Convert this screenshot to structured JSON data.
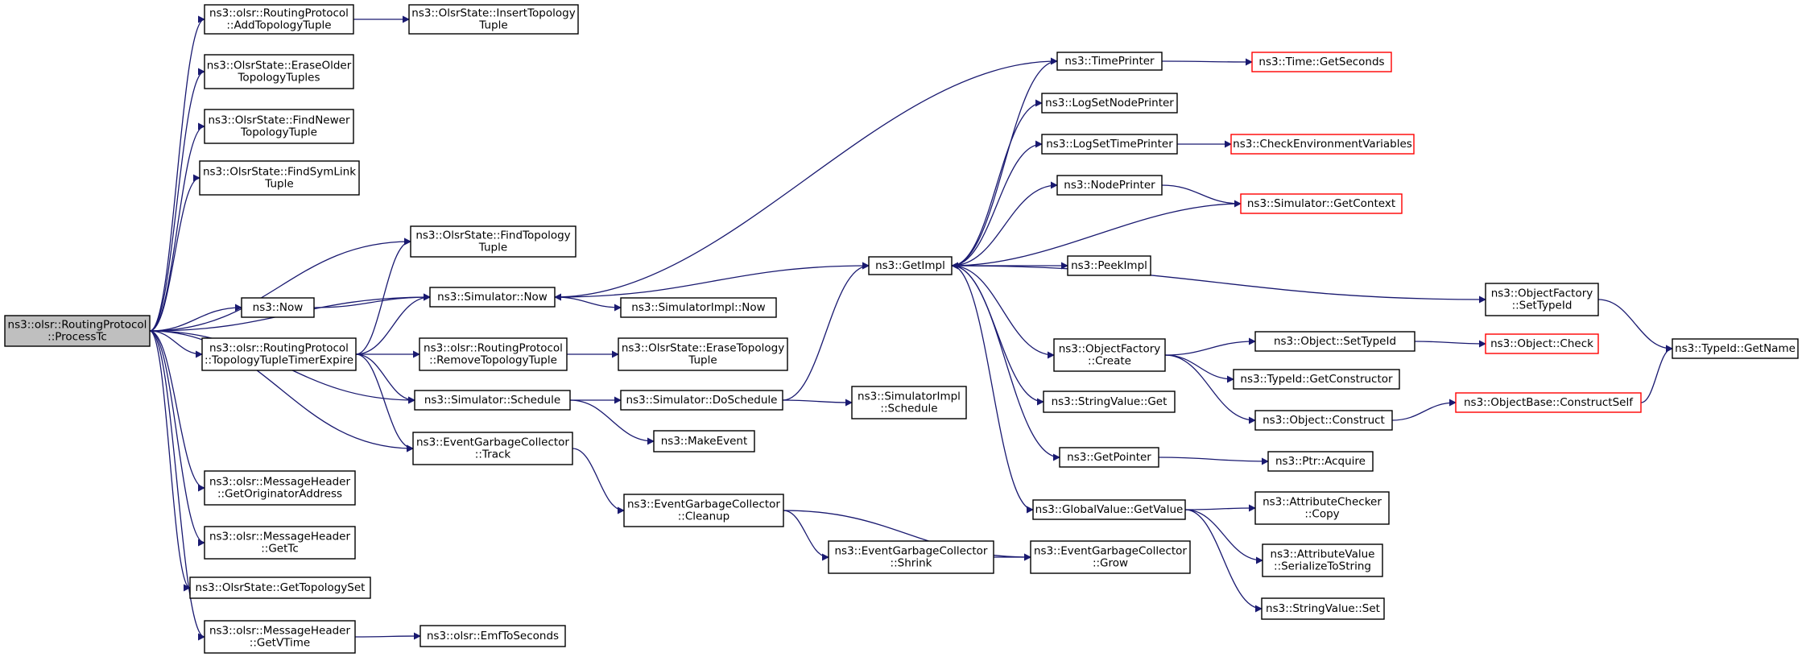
{
  "colors": {
    "edge": "#191970",
    "node_border": "#000000",
    "truncated_border": "#ff0000",
    "root_fill": "#bfbfbf"
  },
  "nodes": [
    {
      "id": "processTc",
      "lines": [
        "ns3::olsr::RoutingProtocol",
        "::ProcessTc"
      ],
      "root": true
    },
    {
      "id": "addTopologyTuple",
      "lines": [
        "ns3::olsr::RoutingProtocol",
        "::AddTopologyTuple"
      ]
    },
    {
      "id": "insertTopologyTuple",
      "lines": [
        "ns3::OlsrState::InsertTopology",
        "Tuple"
      ]
    },
    {
      "id": "eraseOlderTopologyTuples",
      "lines": [
        "ns3::OlsrState::EraseOlder",
        "TopologyTuples"
      ]
    },
    {
      "id": "findNewerTopologyTuple",
      "lines": [
        "ns3::OlsrState::FindNewer",
        "TopologyTuple"
      ]
    },
    {
      "id": "findSymLinkTuple",
      "lines": [
        "ns3::OlsrState::FindSymLink",
        "Tuple"
      ]
    },
    {
      "id": "findTopologyTuple",
      "lines": [
        "ns3::OlsrState::FindTopology",
        "Tuple"
      ]
    },
    {
      "id": "now",
      "lines": [
        "ns3::Now"
      ]
    },
    {
      "id": "simulatorNow",
      "lines": [
        "ns3::Simulator::Now"
      ]
    },
    {
      "id": "topologyTupleTimerExpire",
      "lines": [
        "ns3::olsr::RoutingProtocol",
        "::TopologyTupleTimerExpire"
      ]
    },
    {
      "id": "removeTopologyTuple",
      "lines": [
        "ns3::olsr::RoutingProtocol",
        "::RemoveTopologyTuple"
      ]
    },
    {
      "id": "eraseTopologyTuple",
      "lines": [
        "ns3::OlsrState::EraseTopology",
        "Tuple"
      ]
    },
    {
      "id": "simulatorSchedule",
      "lines": [
        "ns3::Simulator::Schedule"
      ]
    },
    {
      "id": "egcTrack",
      "lines": [
        "ns3::EventGarbageCollector",
        "::Track"
      ]
    },
    {
      "id": "getOriginatorAddress",
      "lines": [
        "ns3::olsr::MessageHeader",
        "::GetOriginatorAddress"
      ]
    },
    {
      "id": "getTc",
      "lines": [
        "ns3::olsr::MessageHeader",
        "::GetTc"
      ]
    },
    {
      "id": "getTopologySet",
      "lines": [
        "ns3::OlsrState::GetTopologySet"
      ]
    },
    {
      "id": "getVTime",
      "lines": [
        "ns3::olsr::MessageHeader",
        "::GetVTime"
      ]
    },
    {
      "id": "emfToSeconds",
      "lines": [
        "ns3::olsr::EmfToSeconds"
      ]
    },
    {
      "id": "simulatorImplNow",
      "lines": [
        "ns3::SimulatorImpl::Now"
      ]
    },
    {
      "id": "doSchedule",
      "lines": [
        "ns3::Simulator::DoSchedule"
      ]
    },
    {
      "id": "makeEvent",
      "lines": [
        "ns3::MakeEvent"
      ]
    },
    {
      "id": "egcCleanup",
      "lines": [
        "ns3::EventGarbageCollector",
        "::Cleanup"
      ]
    },
    {
      "id": "getImpl",
      "lines": [
        "ns3::GetImpl"
      ]
    },
    {
      "id": "simulatorImplSchedule",
      "lines": [
        "ns3::SimulatorImpl",
        "::Schedule"
      ]
    },
    {
      "id": "egcShrink",
      "lines": [
        "ns3::EventGarbageCollector",
        "::Shrink"
      ]
    },
    {
      "id": "egcGrow",
      "lines": [
        "ns3::EventGarbageCollector",
        "::Grow"
      ]
    },
    {
      "id": "timePrinter",
      "lines": [
        "ns3::TimePrinter"
      ]
    },
    {
      "id": "logSetNodePrinter",
      "lines": [
        "ns3::LogSetNodePrinter"
      ]
    },
    {
      "id": "logSetTimePrinter",
      "lines": [
        "ns3::LogSetTimePrinter"
      ]
    },
    {
      "id": "nodePrinter",
      "lines": [
        "ns3::NodePrinter"
      ]
    },
    {
      "id": "peekImpl",
      "lines": [
        "ns3::PeekImpl"
      ]
    },
    {
      "id": "ofCreate",
      "lines": [
        "ns3::ObjectFactory",
        "::Create"
      ]
    },
    {
      "id": "stringValueGet",
      "lines": [
        "ns3::StringValue::Get"
      ]
    },
    {
      "id": "getPointer",
      "lines": [
        "ns3::GetPointer"
      ]
    },
    {
      "id": "globalValueGetValue",
      "lines": [
        "ns3::GlobalValue::GetValue"
      ]
    },
    {
      "id": "timeGetSeconds",
      "lines": [
        "ns3::Time::GetSeconds"
      ],
      "truncated": true
    },
    {
      "id": "checkEnvVars",
      "lines": [
        "ns3::CheckEnvironmentVariables"
      ],
      "truncated": true
    },
    {
      "id": "simGetContext",
      "lines": [
        "ns3::Simulator::GetContext"
      ],
      "truncated": true
    },
    {
      "id": "ofSetTypeId",
      "lines": [
        "ns3::ObjectFactory",
        "::SetTypeId"
      ]
    },
    {
      "id": "objectSetTypeId",
      "lines": [
        "ns3::Object::SetTypeId"
      ]
    },
    {
      "id": "typeIdGetConstructor",
      "lines": [
        "ns3::TypeId::GetConstructor"
      ]
    },
    {
      "id": "objectConstruct",
      "lines": [
        "ns3::Object::Construct"
      ]
    },
    {
      "id": "ptrAcquire",
      "lines": [
        "ns3::Ptr::Acquire"
      ]
    },
    {
      "id": "attrCheckerCopy",
      "lines": [
        "ns3::AttributeChecker",
        "::Copy"
      ]
    },
    {
      "id": "attrValueSerialize",
      "lines": [
        "ns3::AttributeValue",
        "::SerializeToString"
      ]
    },
    {
      "id": "stringValueSet",
      "lines": [
        "ns3::StringValue::Set"
      ]
    },
    {
      "id": "objectCheck",
      "lines": [
        "ns3::Object::Check"
      ],
      "truncated": true
    },
    {
      "id": "constructSelf",
      "lines": [
        "ns3::ObjectBase::ConstructSelf"
      ],
      "truncated": true
    },
    {
      "id": "typeIdGetName",
      "lines": [
        "ns3::TypeId::GetName"
      ]
    }
  ],
  "edges": [
    [
      "processTc",
      "addTopologyTuple"
    ],
    [
      "processTc",
      "eraseOlderTopologyTuples"
    ],
    [
      "processTc",
      "findNewerTopologyTuple"
    ],
    [
      "processTc",
      "findSymLinkTuple"
    ],
    [
      "processTc",
      "findTopologyTuple"
    ],
    [
      "processTc",
      "now"
    ],
    [
      "processTc",
      "simulatorNow"
    ],
    [
      "processTc",
      "topologyTupleTimerExpire"
    ],
    [
      "processTc",
      "simulatorSchedule"
    ],
    [
      "processTc",
      "egcTrack"
    ],
    [
      "processTc",
      "getOriginatorAddress"
    ],
    [
      "processTc",
      "getTc"
    ],
    [
      "processTc",
      "getTopologySet"
    ],
    [
      "processTc",
      "getVTime"
    ],
    [
      "addTopologyTuple",
      "insertTopologyTuple"
    ],
    [
      "now",
      "simulatorNow"
    ],
    [
      "getVTime",
      "emfToSeconds"
    ],
    [
      "topologyTupleTimerExpire",
      "findTopologyTuple"
    ],
    [
      "topologyTupleTimerExpire",
      "simulatorNow"
    ],
    [
      "topologyTupleTimerExpire",
      "removeTopologyTuple"
    ],
    [
      "topologyTupleTimerExpire",
      "simulatorSchedule"
    ],
    [
      "topologyTupleTimerExpire",
      "egcTrack"
    ],
    [
      "removeTopologyTuple",
      "eraseTopologyTuple"
    ],
    [
      "simulatorNow",
      "getImpl"
    ],
    [
      "simulatorNow",
      "simulatorImplNow"
    ],
    [
      "simulatorSchedule",
      "doSchedule"
    ],
    [
      "simulatorSchedule",
      "makeEvent"
    ],
    [
      "egcTrack",
      "egcCleanup"
    ],
    [
      "doSchedule",
      "getImpl"
    ],
    [
      "doSchedule",
      "simulatorImplSchedule"
    ],
    [
      "egcCleanup",
      "egcShrink"
    ],
    [
      "egcCleanup",
      "egcGrow"
    ],
    [
      "egcShrink",
      "egcGrow"
    ],
    [
      "getImpl",
      "timePrinter"
    ],
    [
      "getImpl",
      "logSetNodePrinter"
    ],
    [
      "getImpl",
      "logSetTimePrinter"
    ],
    [
      "getImpl",
      "nodePrinter"
    ],
    [
      "getImpl",
      "peekImpl"
    ],
    [
      "getImpl",
      "ofSetTypeId"
    ],
    [
      "getImpl",
      "ofCreate"
    ],
    [
      "getImpl",
      "stringValueGet"
    ],
    [
      "getImpl",
      "getPointer"
    ],
    [
      "getImpl",
      "globalValueGetValue"
    ],
    [
      "timePrinter",
      "simulatorNow"
    ],
    [
      "timePrinter",
      "timeGetSeconds"
    ],
    [
      "logSetTimePrinter",
      "checkEnvVars"
    ],
    [
      "nodePrinter",
      "simGetContext"
    ],
    [
      "simGetContext",
      "getImpl"
    ],
    [
      "ofCreate",
      "objectSetTypeId"
    ],
    [
      "ofCreate",
      "typeIdGetConstructor"
    ],
    [
      "ofCreate",
      "objectConstruct"
    ],
    [
      "objectSetTypeId",
      "objectCheck"
    ],
    [
      "objectConstruct",
      "constructSelf"
    ],
    [
      "getPointer",
      "ptrAcquire"
    ],
    [
      "globalValueGetValue",
      "attrCheckerCopy"
    ],
    [
      "globalValueGetValue",
      "attrValueSerialize"
    ],
    [
      "globalValueGetValue",
      "stringValueSet"
    ],
    [
      "ofSetTypeId",
      "typeIdGetName"
    ],
    [
      "constructSelf",
      "typeIdGetName"
    ]
  ]
}
